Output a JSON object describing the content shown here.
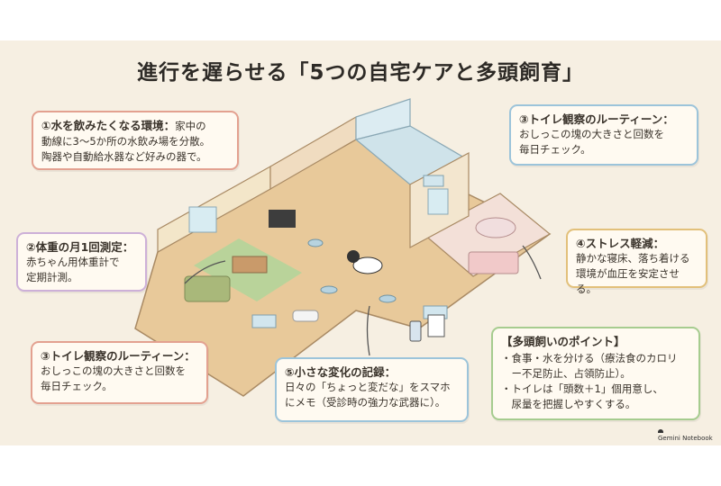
{
  "title": "進行を遅らせる「5つの自宅ケアと多頭飼育」",
  "boxes": {
    "water": {
      "heading": "①水を飲みたくなる環境：",
      "line1_rest": "家中の",
      "line2": "動線に3〜5か所の水飲み場を分散。",
      "line3": "陶器や自動給水器など好みの器で。"
    },
    "weight": {
      "heading": "②体重の月1回測定：",
      "line2": "赤ちゃん用体重計で",
      "line3": "定期計測。"
    },
    "toilet_left": {
      "heading": "③トイレ観察のルーティーン：",
      "line2": "おしっこの塊の大きさと回数を",
      "line3": "毎日チェック。"
    },
    "toilet_right": {
      "heading": "③トイレ観察のルーティーン：",
      "line2": "おしっこの塊の大きさと回数を",
      "line3": "毎日チェック。"
    },
    "stress": {
      "heading": "④ストレス軽減：",
      "line2": "静かな寝床、落ち着ける",
      "line3": "環境が血圧を安定させる。"
    },
    "record": {
      "heading": "⑤小さな変化の記録：",
      "line2": "日々の「ちょっと変だな」をスマホ",
      "line3": "にメモ（受診時の強力な武器に）。"
    },
    "multi": {
      "heading": "【多頭飼いのポイント】",
      "line1": "・食事・水を分ける（療法食のカロリ",
      "line2": "　ー不足防止、占領防止）。",
      "line3": "・トイレは「頭数＋1」個用意し、",
      "line4": "　尿量を把握しやすくする。"
    }
  },
  "logo": "Gemini Notebook",
  "colors": {
    "background": "#f6efe2",
    "red_border": "#e3a190",
    "purple_border": "#cdb0d8",
    "blue_border": "#9cc4da",
    "yellow_border": "#e2c07a",
    "green_border": "#a6cc8f"
  }
}
